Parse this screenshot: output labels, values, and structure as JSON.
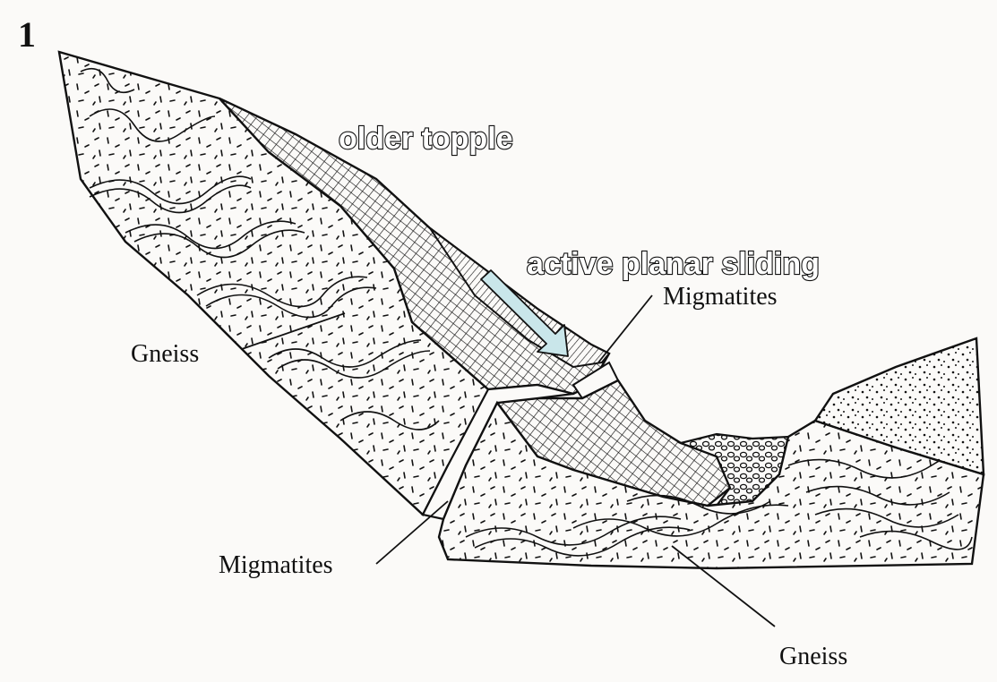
{
  "figure_number": "1",
  "labels": {
    "older_topple": "older topple",
    "active_planar_sliding": "active planar sliding",
    "migmatites_upper": "Migmatites",
    "migmatites_lower": "Migmatites",
    "gneiss_left": "Gneiss",
    "gneiss_lower": "Gneiss"
  },
  "colors": {
    "background": "#fbfaf8",
    "ink": "#111111",
    "arrow_fill": "#c9e6ea",
    "outline_text_fill": "#ffffff"
  },
  "icons": {
    "sliding_direction": "arrow-down-right-icon"
  }
}
